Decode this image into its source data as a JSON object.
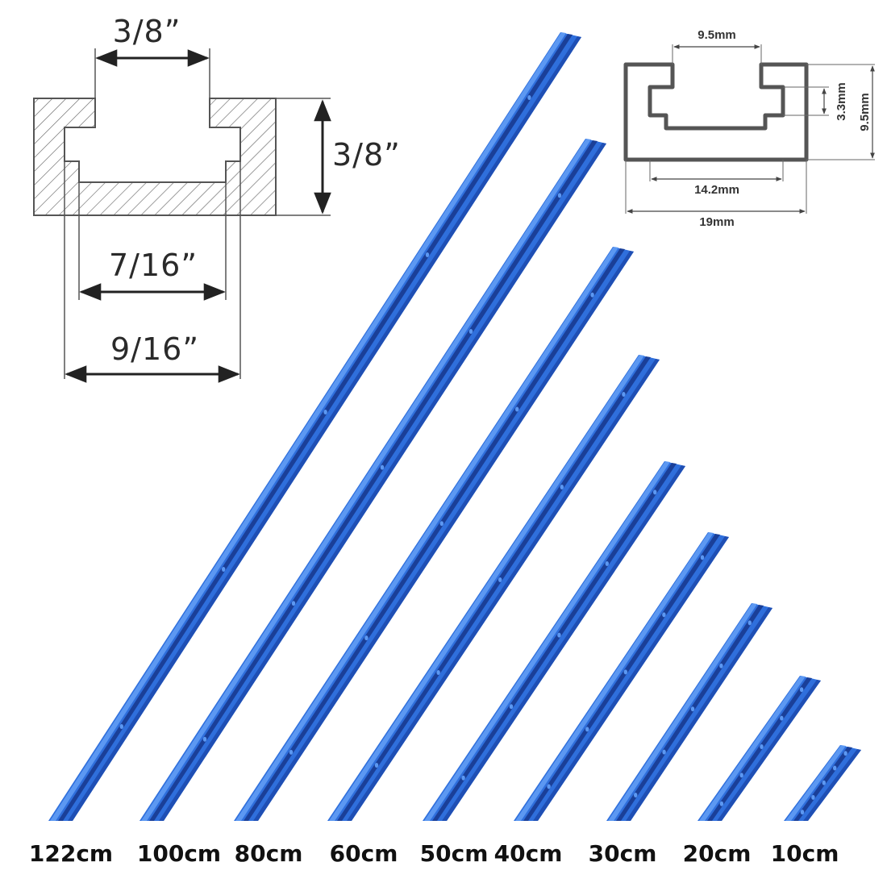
{
  "imperial_diagram": {
    "top_slot_width": "3/8”",
    "height": "3/8”",
    "inner_width": "7/16”",
    "outer_width": "9/16”"
  },
  "metric_diagram": {
    "top_slot_width": "9.5mm",
    "height": "9.5mm",
    "lip_height": "3.3mm",
    "inner_width": "14.2mm",
    "outer_width": "19mm"
  },
  "rails": [
    {
      "label": "122cm"
    },
    {
      "label": "100cm"
    },
    {
      "label": "80cm"
    },
    {
      "label": "60cm"
    },
    {
      "label": "50cm"
    },
    {
      "label": "40cm"
    },
    {
      "label": "30cm"
    },
    {
      "label": "20cm"
    },
    {
      "label": "10cm"
    }
  ],
  "colors": {
    "rail_main": "#2f6fdc",
    "rail_light": "#5c98f2",
    "rail_dark": "#1f4fb4",
    "rail_groove": "#1a3f98",
    "drawing_line": "#555555",
    "metric_profile": "#555555"
  }
}
